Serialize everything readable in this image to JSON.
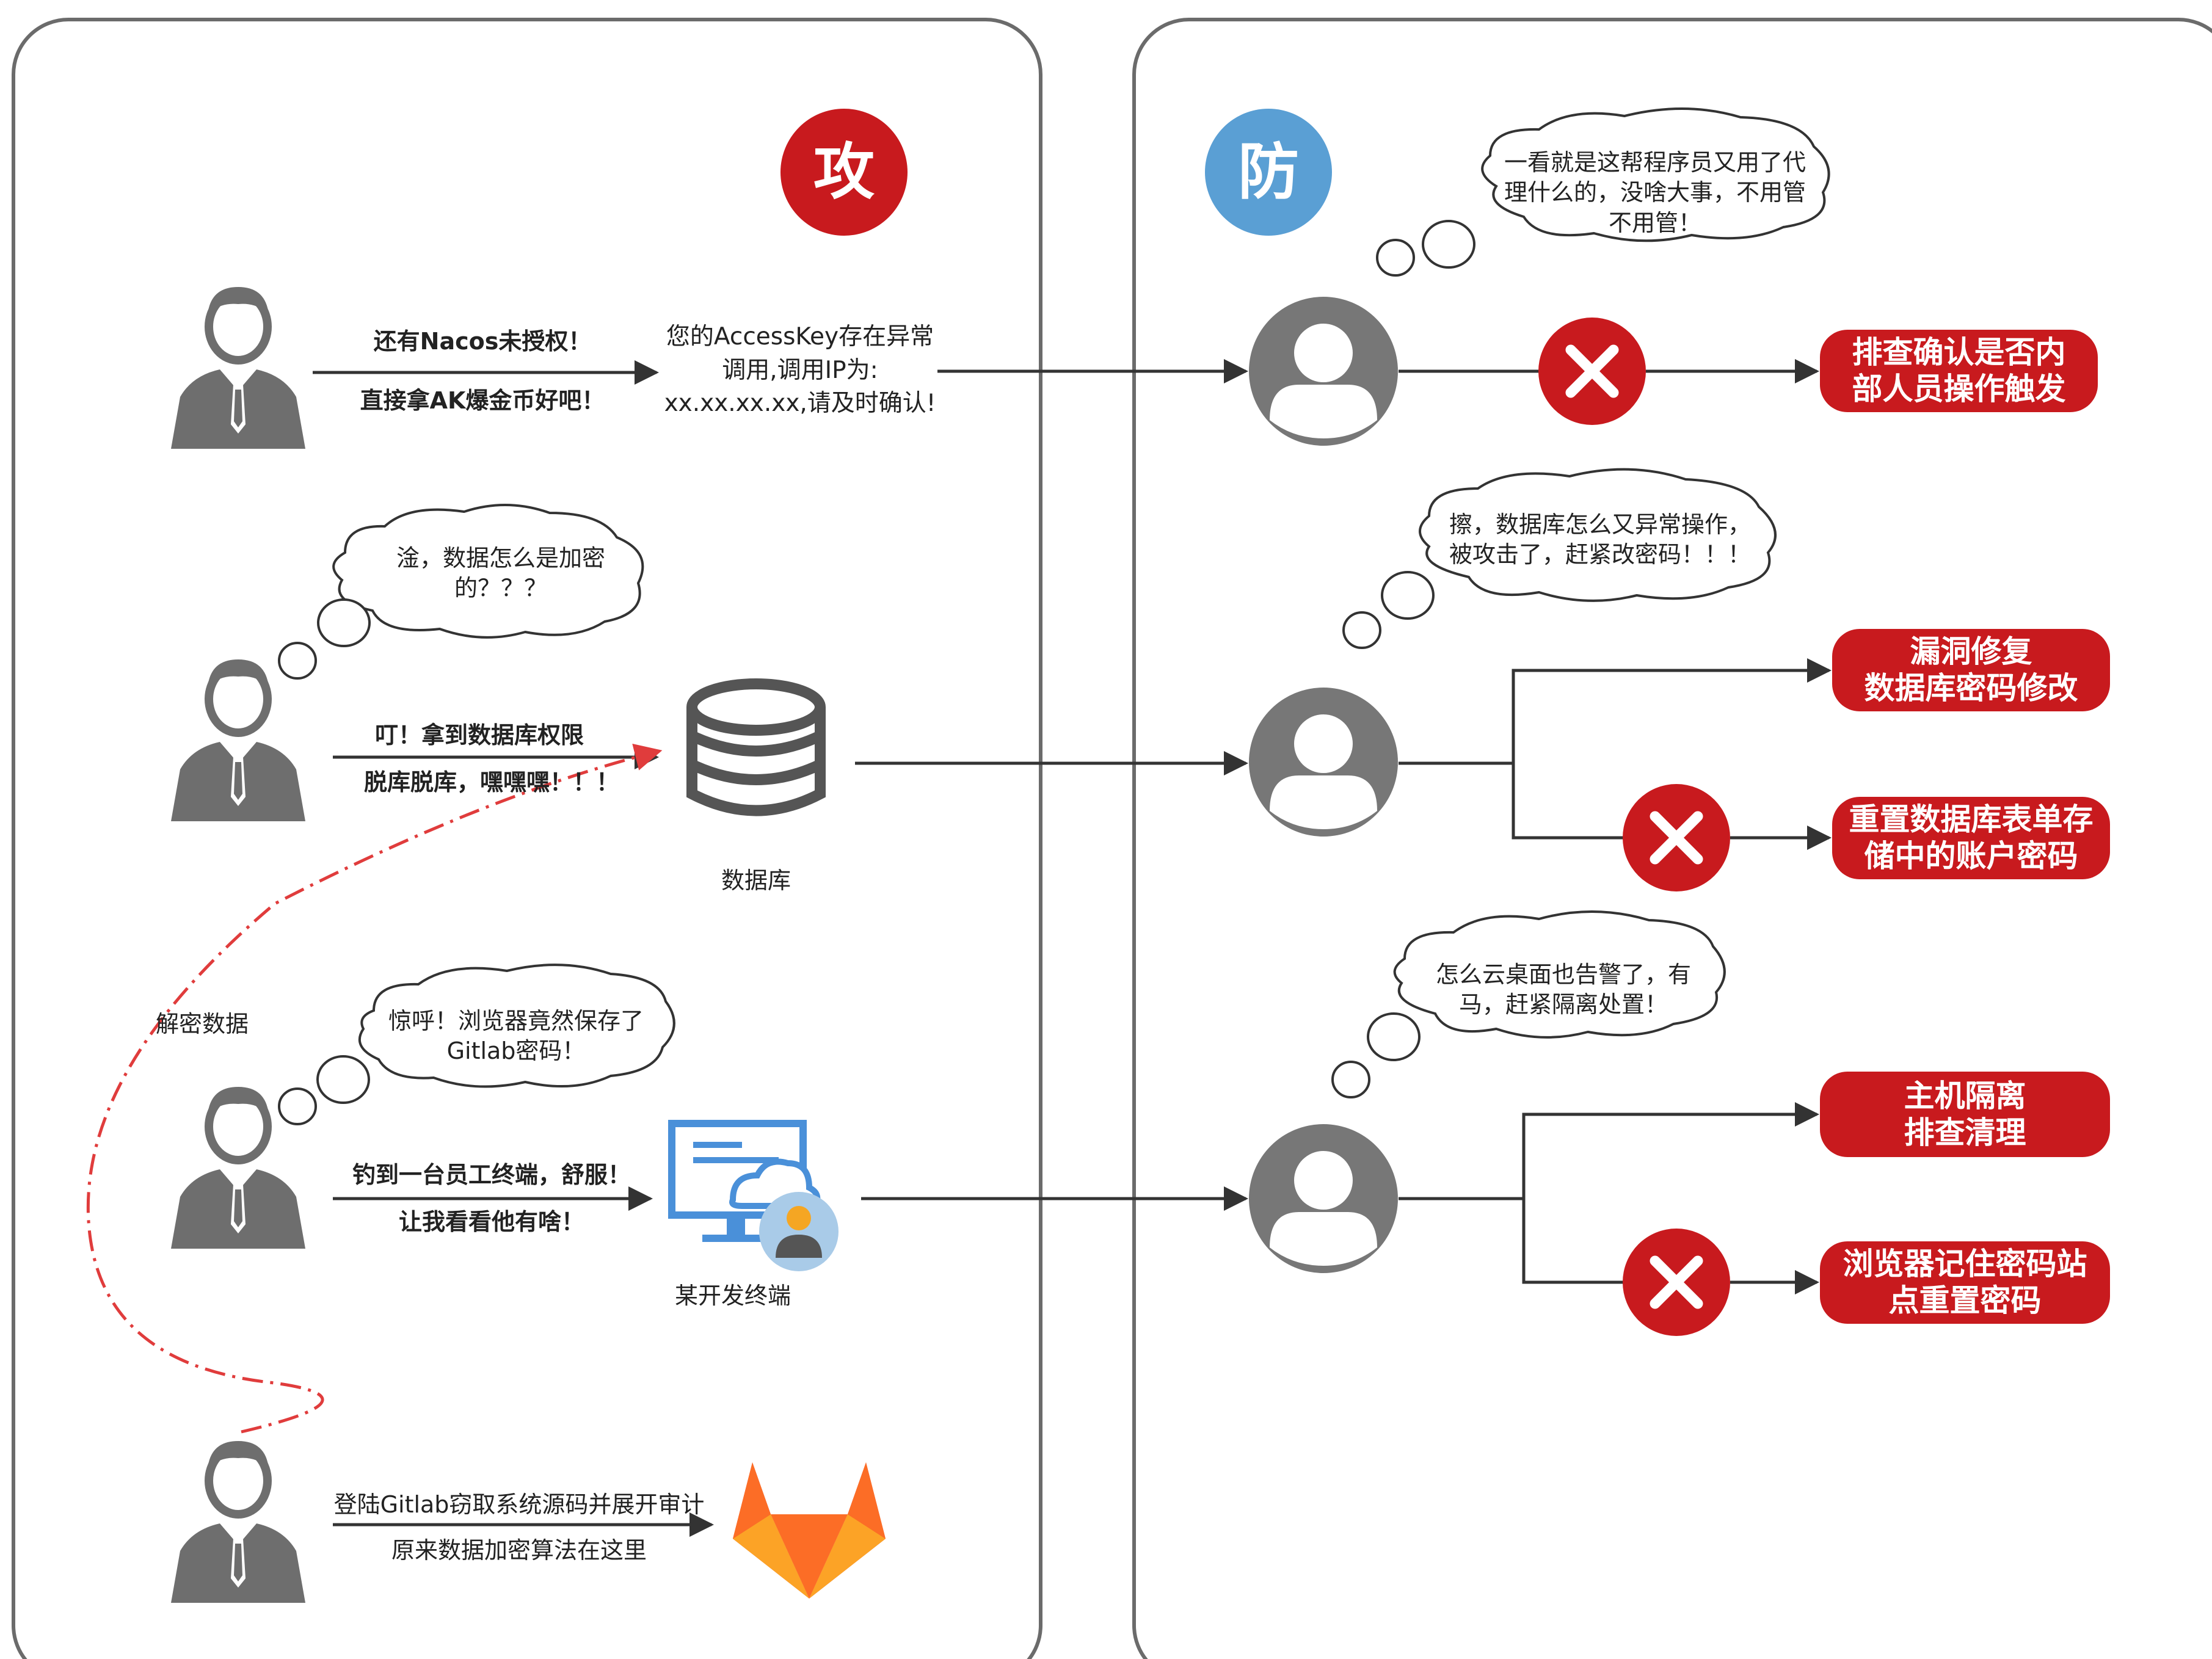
{
  "attack": {
    "badge": "攻",
    "badge_color": "#c81a1e",
    "row1": {
      "line1": "还有Nacos未授权！",
      "line2": "直接拿AK爆金币好吧！",
      "alert": "您的AccessKey存在异常\n调用,调用IP为:\nxx.xx.xx.xx,请及时确认!"
    },
    "row2": {
      "thought": "淦，数据怎么是加密\n的？？？",
      "line1": "叮！拿到数据库权限",
      "line2": "脱库脱库，嘿嘿嘿！！！",
      "target_label": "数据库"
    },
    "row3": {
      "thought": "惊呼！浏览器竟然保存了\nGitlab密码！",
      "line1": "钓到一台员工终端，舒服！",
      "line2": "让我看看他有啥！",
      "target_label": "某开发终端"
    },
    "row4": {
      "line1": "登陆Gitlab窃取系统源码并展开审计",
      "line2": "原来数据加密算法在这里"
    },
    "decrypt_label": "解密数据"
  },
  "defense": {
    "badge": "防",
    "badge_color": "#5a9fd4",
    "row1": {
      "thought": "一看就是这帮程序员又用了代\n理什么的，没啥大事，不用管\n不用管！",
      "action": "排查确认是否内\n部人员操作触发"
    },
    "row2": {
      "thought": "擦，数据库怎么又异常操作，\n被攻击了，赶紧改密码！！！",
      "action_ok": "漏洞修复\n数据库密码修改",
      "action_fail": "重置数据库表单存\n储中的账户密码"
    },
    "row3": {
      "thought": "怎么云桌面也告警了，有\n马，赶紧隔离处置！",
      "action_ok": "主机隔离\n排查清理",
      "action_fail": "浏览器记住密码站\n点重置密码"
    }
  },
  "colors": {
    "red": "#c81a1e",
    "blue": "#5a9fd4",
    "gray": "#6e6e6e",
    "panel_border": "#6b6b6b"
  }
}
